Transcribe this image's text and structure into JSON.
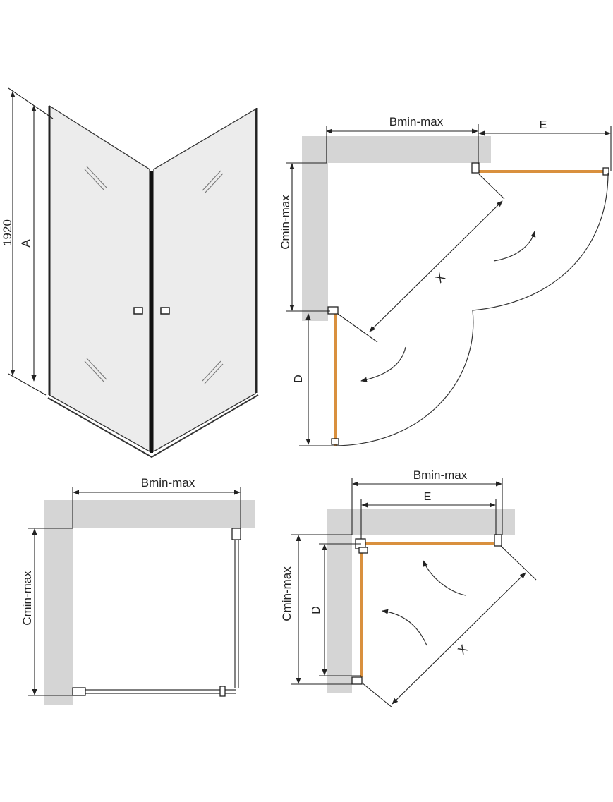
{
  "colors": {
    "wall": "#d5d5d5",
    "door": "#d9903e",
    "line": "#222222",
    "glass": "#ececec"
  },
  "labels": {
    "height_value": "1920",
    "a": "A",
    "b_range": "Bmin-max",
    "c_range": "Cmin-max",
    "d": "D",
    "e": "E",
    "x": "X"
  }
}
